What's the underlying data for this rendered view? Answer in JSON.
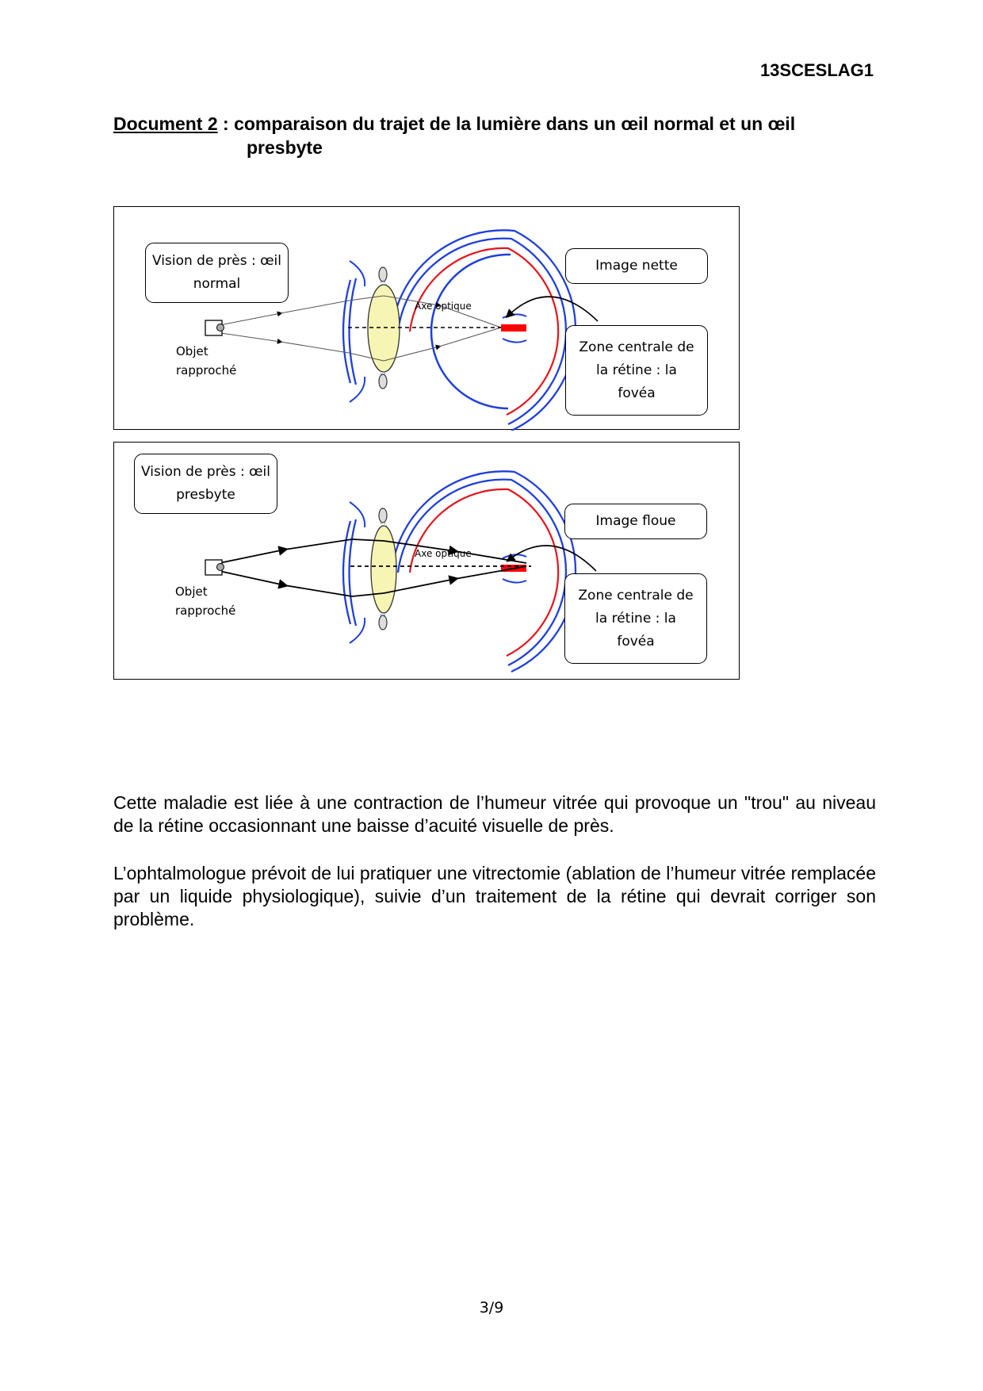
{
  "header": {
    "code": "13SCESLAG1"
  },
  "document": {
    "label": "Document 2",
    "title_line1": " : comparaison du trajet de la lumière dans un œil normal et un œil",
    "title_line2": "presbyte"
  },
  "diagrams": [
    {
      "title": "Vision de près : œil normal",
      "object_label_1": "Objet",
      "object_label_2": "rapproché",
      "axis_label": "Axe optique",
      "image_label": "Image nette",
      "zone_label": "Zone centrale de la rétine : la fovéa"
    },
    {
      "title": "Vision de près : œil presbyte",
      "object_label_1": "Objet",
      "object_label_2": "rapproché",
      "axis_label": "Axe optique",
      "image_label": "Image floue",
      "zone_label": "Zone centrale de la rétine : la fovéa"
    }
  ],
  "paragraphs": [
    "Cette maladie est liée à une contraction de l’humeur vitrée qui provoque un \"trou\" au niveau de la rétine occasionnant une baisse d’acuité visuelle de près.",
    "L’ophtalmologue prévoit de lui pratiquer une vitrectomie (ablation de l’humeur vitrée remplacée par un liquide physiologique), suivie d’un traitement de la rétine qui devrait corriger son problème."
  ],
  "footer": {
    "page": "3/9"
  },
  "colors": {
    "sclera": "#1f3fdc",
    "retina": "#e4141e",
    "lens": "#f7f5b4",
    "optic_nerve": "#ff0000"
  }
}
